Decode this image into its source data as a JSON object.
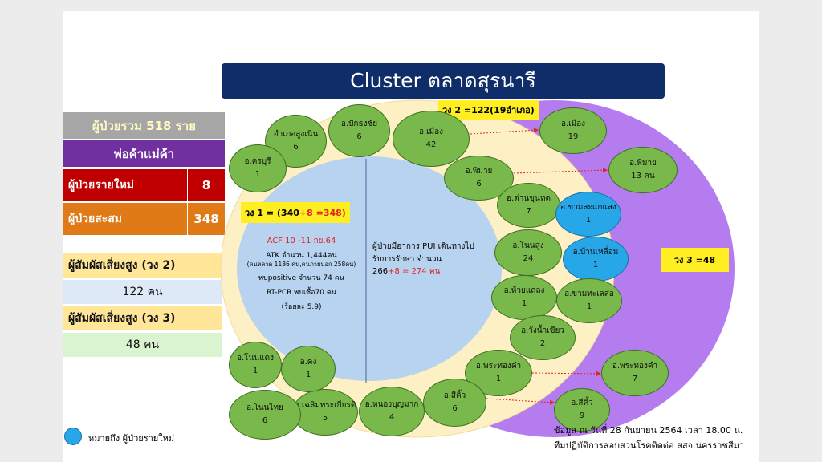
{
  "title": "Cluster ตลาดสุรนารี",
  "stats": {
    "total_label": "ผู้ป่วยรวม 518 ราย",
    "vendors_label": "พ่อค้าแม่ค้า",
    "new_label": "ผู้ป่วยรายใหม่",
    "new_value": "8",
    "cum_label": "ผู้ป่วยสะสม",
    "cum_value": "348",
    "ring2_label": "ผู้สัมผัสเสี่ยงสูง (วง 2)",
    "ring2_value": "122 คน",
    "ring3_label": "ผู้สัมผัสเสี่ยงสูง (วง 3)",
    "ring3_value": "48 คน"
  },
  "ring1": {
    "label_prefix": "วง 1 = (340",
    "label_plus": "+8 =348)",
    "acf": "ACF 10 -11 กย.64",
    "atk": "ATK จำนวน 1,444คน",
    "atk_detail": "(คนตลาด 1186 คน,คนภายนอก 258คน)",
    "positive": "พบpositive จำนวน 74 คน",
    "rtpcr": "RT-PCR พบเชื้อ70 คน",
    "percent": "(ร้อยละ 5.9)",
    "pui_text": "ผู้ป่วยมีอาการ PUI เดินทางไปรับการรักษา จำนวน",
    "pui_prefix": "266",
    "pui_plus": "+8 = 274 คน"
  },
  "ring2_label": "วง 2 =122(19อำเภอ)",
  "ring3_label": "วง 3 =48",
  "ring2_districts": [
    {
      "name": "อำเภอสูงเนิน",
      "count": "6"
    },
    {
      "name": "อ.ปักธงชัย",
      "count": "6"
    },
    {
      "name": "อ.เมือง",
      "count": "42"
    },
    {
      "name": "อ.ครบุรี",
      "count": "1"
    },
    {
      "name": "อ.พิมาย",
      "count": "6"
    },
    {
      "name": "อ.ด่านขุนทด",
      "count": "7"
    },
    {
      "name": "อ.ขามสะแกแสง",
      "count": "1"
    },
    {
      "name": "อ.โนนสูง",
      "count": "24"
    },
    {
      "name": "อ.บ้านเหลื่อม",
      "count": "1"
    },
    {
      "name": "อ.ห้วยแถลง",
      "count": "1"
    },
    {
      "name": "อ.ขามทะเลสอ",
      "count": "1"
    },
    {
      "name": "อ.วังน้ำเขียว",
      "count": "2"
    },
    {
      "name": "อ.พระทองคำ",
      "count": "1"
    },
    {
      "name": "อ.สีคิ้ว",
      "count": "6"
    },
    {
      "name": "อ.หนองบุญมาก",
      "count": "4"
    },
    {
      "name": "อ.เฉลิมพระเกียรติ",
      "count": "5"
    },
    {
      "name": "อ.โนนไทย",
      "count": "6"
    },
    {
      "name": "อ.คง",
      "count": "1"
    },
    {
      "name": "อ.โนนแดง",
      "count": "1"
    }
  ],
  "ring3_districts": [
    {
      "name": "อ.เมือง",
      "count": "19"
    },
    {
      "name": "อ.พิมาย",
      "count": "13 คน"
    },
    {
      "name": "อ.พระทองคำ",
      "count": "7"
    },
    {
      "name": "อ.สีคิ้ว",
      "count": "9"
    }
  ],
  "legend": "หมายถึง ผู้ป่วยรายใหม่",
  "footer_line1": "ข้อมูล ณ วันที่ 28 กันยายน 2564 เวลา 18.00 น.",
  "footer_line2": "ทีมปฏิบัติการสอบสวนโรคติดต่อ สสจ.นครราชสีมา",
  "colors": {
    "title_bg": "#0f2d68",
    "ring3": "#b57cf0",
    "ring2": "#fdf0c4",
    "ring1": "#b8d3ef",
    "district_green": "#79b84a",
    "new_case_blue": "#27a7e7",
    "highlight_yellow": "#ffee22",
    "stat_gray": "#a6a6a6",
    "stat_purple": "#7030a0",
    "stat_red": "#c00000",
    "stat_orange": "#e07a16"
  }
}
